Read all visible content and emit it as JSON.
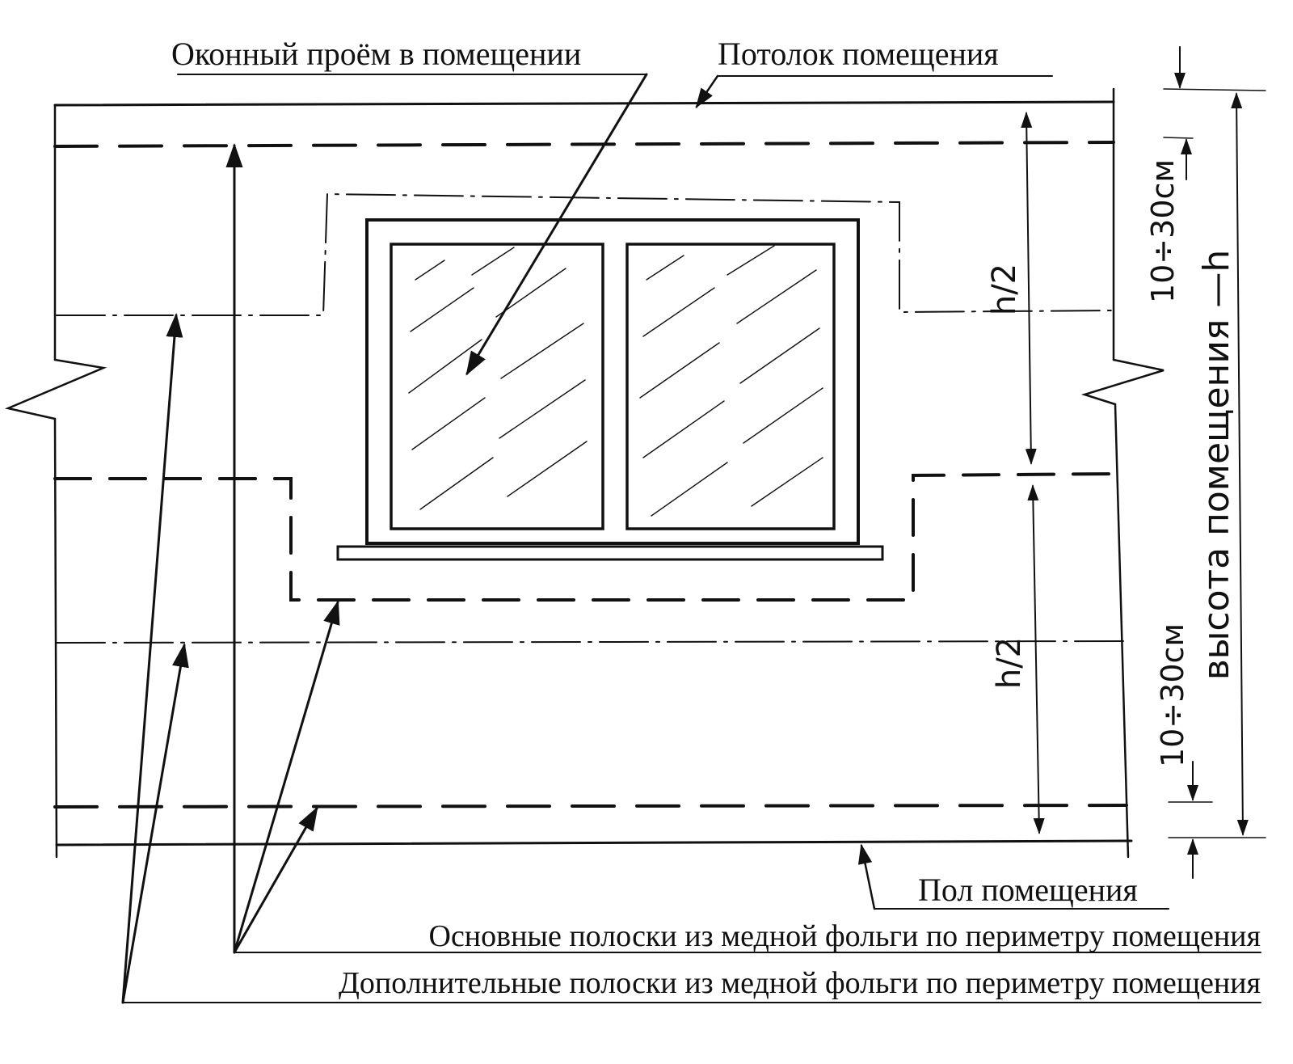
{
  "labels": {
    "window_opening": "Оконный проём в помещении",
    "ceiling": "Потолок  помещения",
    "floor": "Пол помещения",
    "main_strips": "Основные полоски из медной фольги по периметру помещения",
    "extra_strips": "Дополнительные полоски из медной фольги по периметру помещения"
  },
  "dimensions": {
    "half_height_top": "h/2",
    "half_height_bottom": "h/2",
    "offset_top": "10÷30см",
    "offset_bottom": "10÷30см",
    "room_height": "высота помещения —h"
  },
  "colors": {
    "ink": "#111111",
    "background": "#ffffff"
  }
}
